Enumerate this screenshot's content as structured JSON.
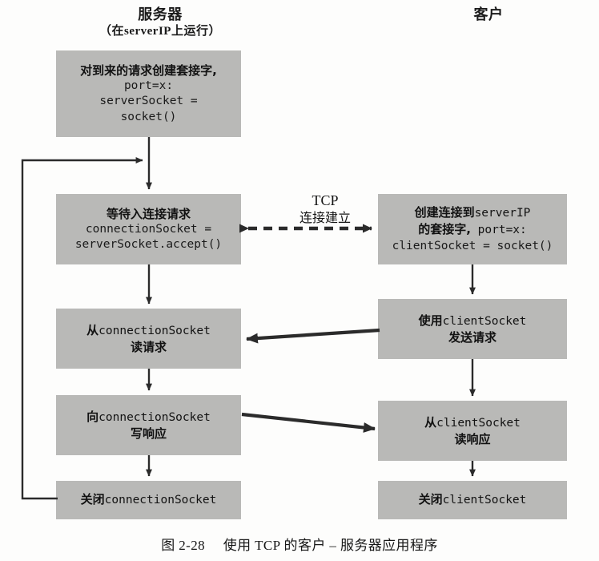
{
  "figure": {
    "caption": "图 2-28　使用 TCP 的客户 – 服务器应用程序",
    "caption_label": "图 2-28",
    "caption_text": "使用 TCP 的客户 – 服务器应用程序"
  },
  "columns": {
    "server": {
      "title": "服务器",
      "subtitle": "（在serverIP上运行）"
    },
    "client": {
      "title": "客户",
      "subtitle": ""
    }
  },
  "connection_label": {
    "line1": "TCP",
    "line2": "连接建立"
  },
  "server_steps": [
    {
      "id": "create-welcoming-socket",
      "lines": [
        {
          "kind": "zh",
          "text": "对到来的请求创建套接字,"
        },
        {
          "kind": "mono",
          "text": "port=x:"
        },
        {
          "kind": "mono",
          "text": "serverSocket ="
        },
        {
          "kind": "mono",
          "text": "socket()"
        }
      ]
    },
    {
      "id": "wait-for-connection",
      "lines": [
        {
          "kind": "zh",
          "text": "等待入连接请求"
        },
        {
          "kind": "mono",
          "text": "connectionSocket ="
        },
        {
          "kind": "mono",
          "text": "serverSocket.accept()"
        }
      ]
    },
    {
      "id": "read-request",
      "lines": [
        {
          "kind": "mix",
          "zh": "从",
          "mono": "connectionSocket"
        },
        {
          "kind": "zh",
          "text": "读请求"
        }
      ]
    },
    {
      "id": "write-reply",
      "lines": [
        {
          "kind": "mix",
          "zh": "向",
          "mono": "connectionSocket"
        },
        {
          "kind": "zh",
          "text": "写响应"
        }
      ]
    },
    {
      "id": "close-connection-socket",
      "lines": [
        {
          "kind": "mix",
          "zh": "关闭",
          "mono": "connectionSocket"
        }
      ]
    }
  ],
  "client_steps": [
    {
      "id": "create-socket-connect",
      "lines": [
        {
          "kind": "mix",
          "zh": "创建连接到",
          "mono": "serverIP"
        },
        {
          "kind": "mix",
          "zh": "的套接字,",
          "mono": " port=x:"
        },
        {
          "kind": "mono",
          "text": "clientSocket = socket()"
        }
      ]
    },
    {
      "id": "send-request",
      "lines": [
        {
          "kind": "mix",
          "zh": "使用",
          "mono": "clientSocket"
        },
        {
          "kind": "zh",
          "text": "发送请求"
        }
      ]
    },
    {
      "id": "read-reply",
      "lines": [
        {
          "kind": "mix",
          "zh": "从",
          "mono": "clientSocket"
        },
        {
          "kind": "zh",
          "text": "读响应"
        }
      ]
    },
    {
      "id": "close-client-socket",
      "lines": [
        {
          "kind": "mix",
          "zh": "关闭",
          "mono": "clientSocket"
        }
      ]
    }
  ],
  "colors": {
    "box_fill": "#b9b9b7",
    "arrow": "#2b2b2b",
    "text": "#121212",
    "page_bg": "#fdfdfc"
  }
}
